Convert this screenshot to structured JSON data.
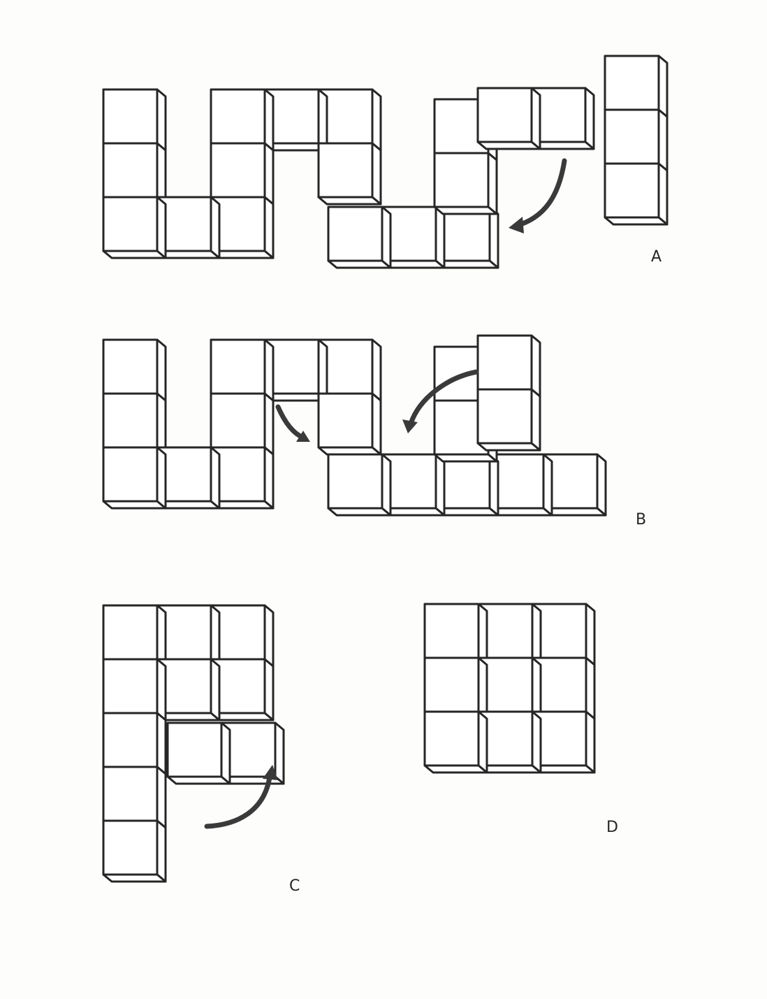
{
  "colors": {
    "ink": "#262626",
    "arrow": "#3a3a3a",
    "paper": "#fdfdfb"
  },
  "panels": [
    {
      "id": "A",
      "label": "A",
      "arrows": 1
    },
    {
      "id": "B",
      "label": "B",
      "arrows": 2
    },
    {
      "id": "C",
      "label": "C",
      "arrows": 1
    },
    {
      "id": "D",
      "label": "D",
      "arrows": 0
    }
  ]
}
